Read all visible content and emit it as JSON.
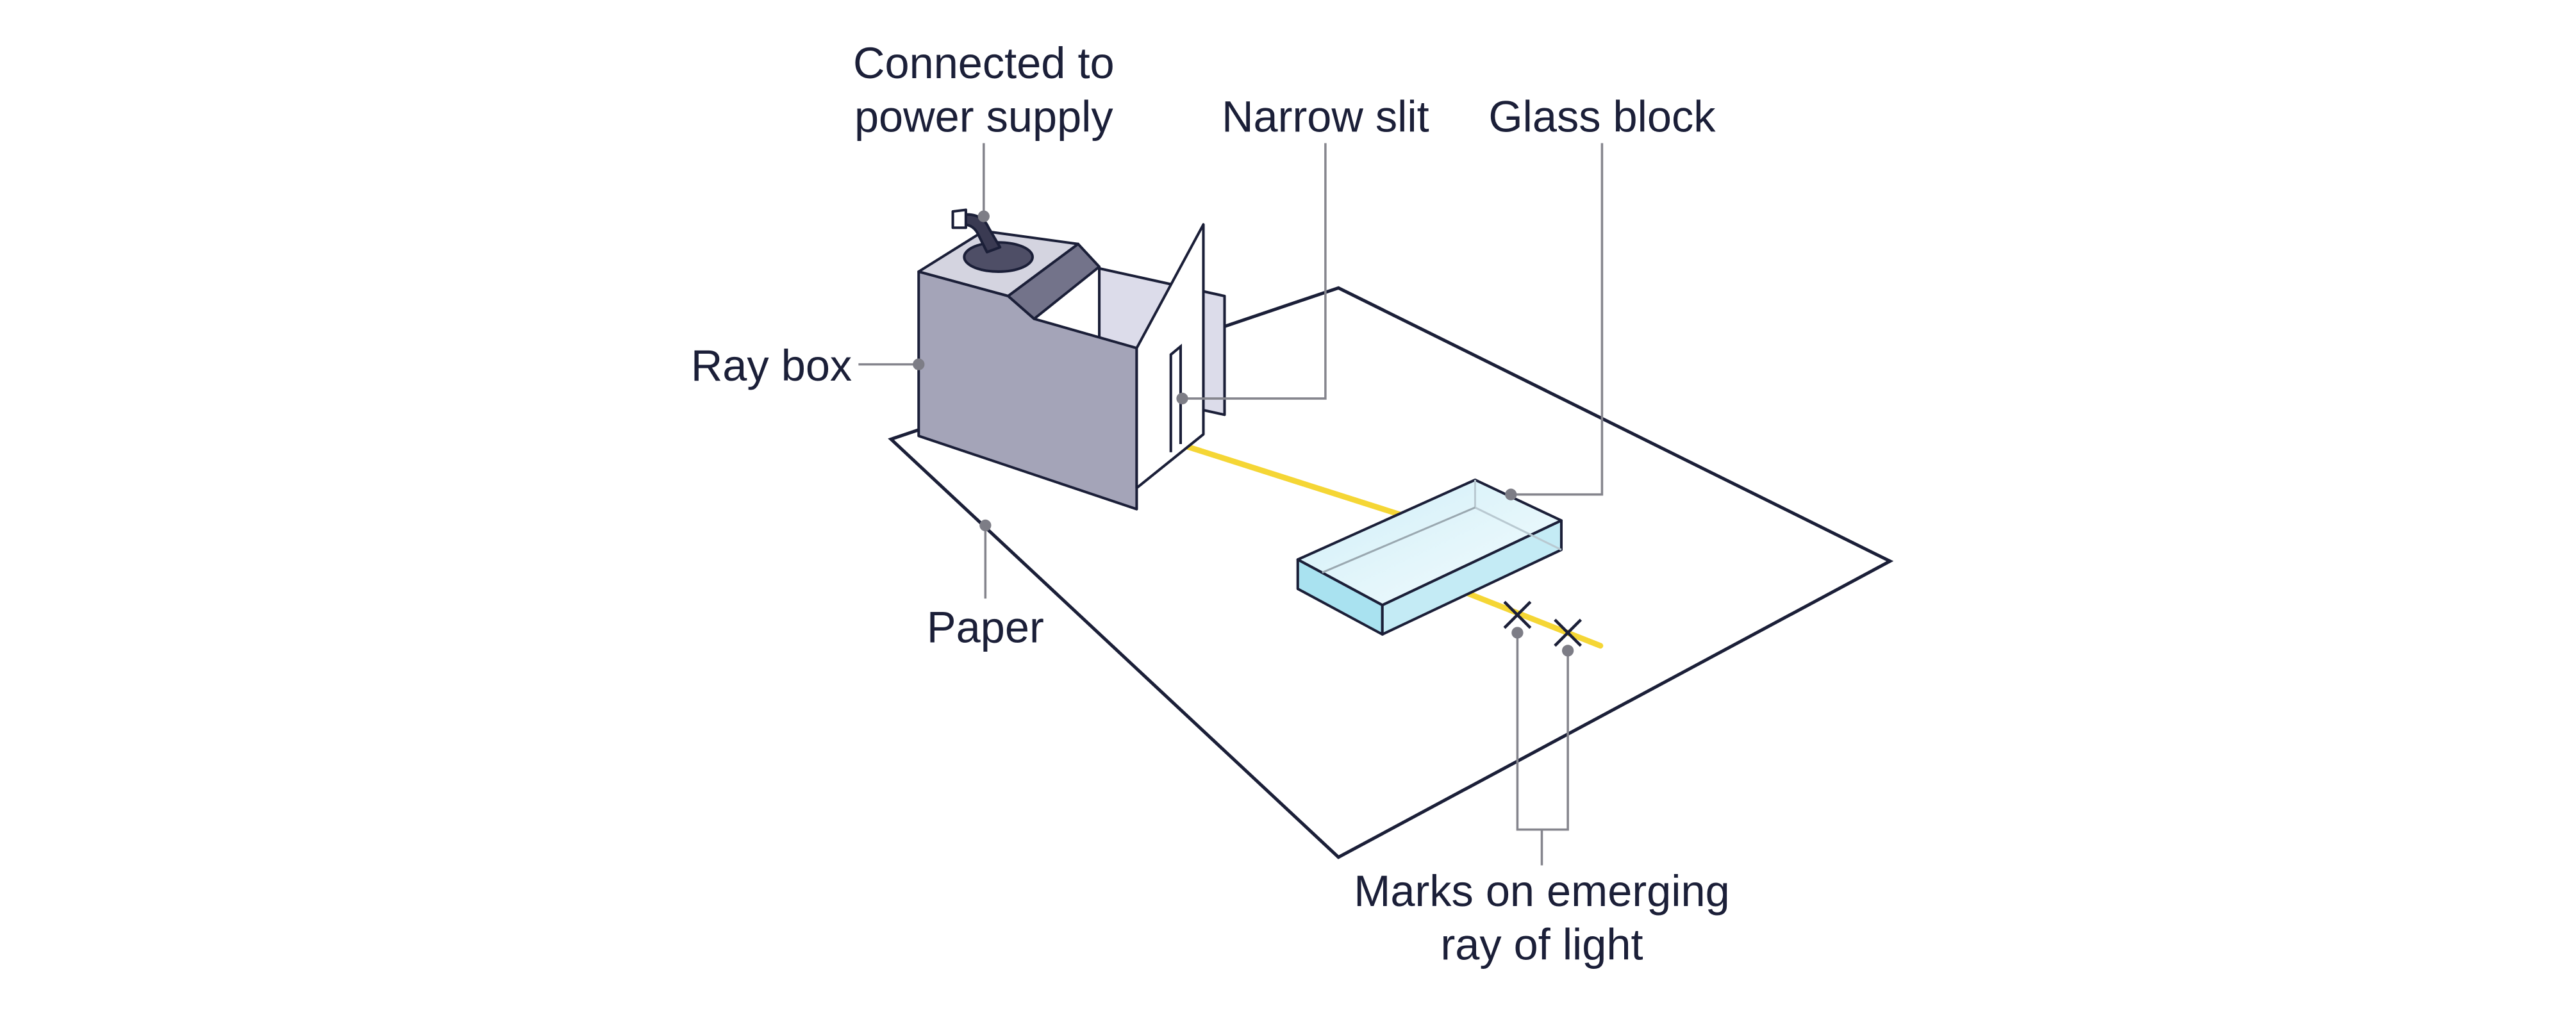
{
  "labels": {
    "power_line1": "Connected to",
    "power_line2": "power supply",
    "narrow_slit": "Narrow slit",
    "glass_block": "Glass block",
    "ray_box": "Ray box",
    "paper": "Paper",
    "marks_line1": "Marks on emerging",
    "marks_line2": "ray of light"
  },
  "colors": {
    "ray_light": "#f5d635",
    "ray_box_front": "#a4a4b8",
    "ray_box_top": "#d4d4e0",
    "glass_top": "#e3f6fb",
    "glass_front": "#a9e2f0",
    "label_text": "#1b1f38",
    "leader_line": "#85858d"
  }
}
